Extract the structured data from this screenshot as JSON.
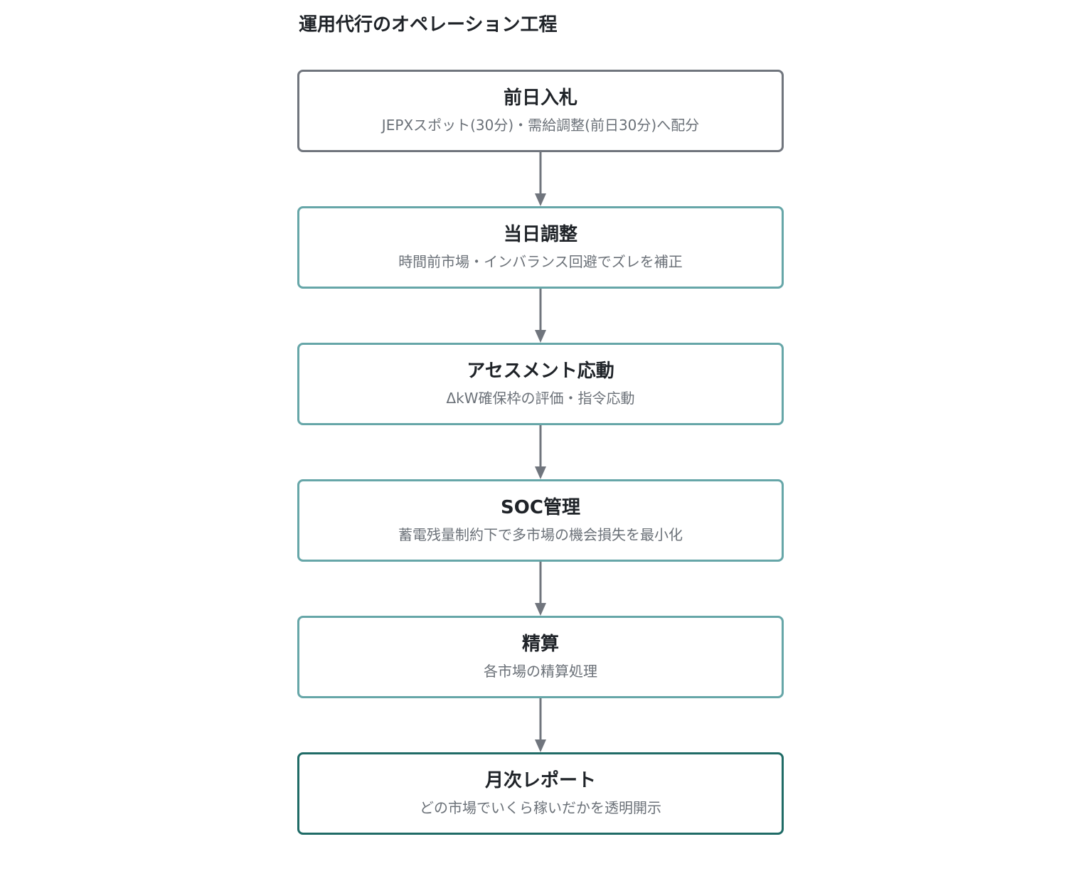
{
  "title": "運用代行のオペレーション工程",
  "colors": {
    "first_border": "#70757d",
    "mid_border": "#66a6a8",
    "last_border": "#1f6b66",
    "arrow": "#70757d"
  },
  "steps": [
    {
      "title": "前日入札",
      "desc": "JEPXスポット(30分)・需給調整(前日30分)へ配分"
    },
    {
      "title": "当日調整",
      "desc": "時間前市場・インバランス回避でズレを補正"
    },
    {
      "title": "アセスメント応動",
      "desc": "ΔkW確保枠の評価・指令応動"
    },
    {
      "title": "SOC管理",
      "desc": "蓄電残量制約下で多市場の機会損失を最小化"
    },
    {
      "title": "精算",
      "desc": "各市場の精算処理"
    },
    {
      "title": "月次レポート",
      "desc": "どの市場でいくら稼いだかを透明開示"
    }
  ]
}
